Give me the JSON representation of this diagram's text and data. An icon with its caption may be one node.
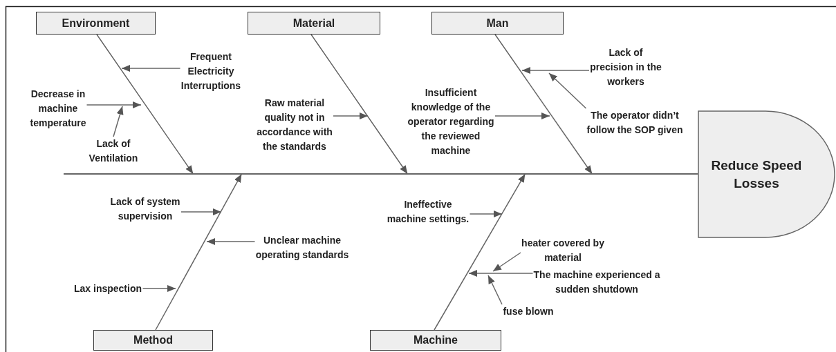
{
  "diagram": {
    "nodes": [
      {
        "text": [
          "Environment"
        ]
      },
      {
        "text": [
          "Material"
        ]
      },
      {
        "text": [
          "Man"
        ]
      },
      {
        "text": [
          "Method"
        ]
      },
      {
        "text": [
          "Machine"
        ]
      },
      {
        "text": [
          "Reduce Speed Losses"
        ]
      },
      {
        "text": [
          "Frequent Electricity Interruptions"
        ]
      },
      {
        "text": [
          "Decrease in machine temperature"
        ]
      },
      {
        "text": [
          "Lack of Ventilation"
        ]
      },
      {
        "text": [
          "Raw material quality not in accordance with the standards"
        ]
      },
      {
        "text": [
          "Insufficient knowledge of the operator regarding the reviewed machine"
        ]
      },
      {
        "text": [
          "Lack of precision in the workers"
        ]
      },
      {
        "text": [
          "The operator didn’t follow the SOP given"
        ]
      },
      {
        "text": [
          "Lack of system supervision"
        ]
      },
      {
        "text": [
          "Unclear machine operating standards"
        ]
      },
      {
        "text": [
          "Lax inspection"
        ]
      },
      {
        "text": [
          "Ineffective machine settings."
        ]
      },
      {
        "text": [
          "heater covered by material"
        ]
      },
      {
        "text": [
          "The machine experienced a sudden shutdown"
        ]
      },
      {
        "text": [
          "fuse blown"
        ]
      },
      {
        "text": [],
        "shape": "bar"
      }
    ],
    "edges": [
      {
        "from": 0,
        "to": 20,
        "arrow": "to"
      },
      {
        "from": 1,
        "to": 20,
        "arrow": "to"
      },
      {
        "from": 2,
        "to": 20,
        "arrow": "to"
      },
      {
        "from": 3,
        "to": 20,
        "arrow": "to"
      },
      {
        "from": 4,
        "to": 20,
        "arrow": "to"
      },
      {
        "from": 6,
        "to": null,
        "arrow": "to"
      },
      {
        "from": 7,
        "to": null,
        "arrow": "to"
      },
      {
        "from": 8,
        "to": null,
        "arrow": "to"
      },
      {
        "from": 9,
        "to": null,
        "arrow": "to"
      },
      {
        "from": 10,
        "to": null,
        "arrow": "to"
      },
      {
        "from": 11,
        "to": null,
        "arrow": "to"
      },
      {
        "from": 12,
        "to": null,
        "arrow": "to"
      },
      {
        "from": 13,
        "to": null,
        "arrow": "to"
      },
      {
        "from": 14,
        "to": null,
        "arrow": "to"
      },
      {
        "from": 15,
        "to": null,
        "arrow": "to"
      },
      {
        "from": 16,
        "to": null,
        "arrow": "to"
      },
      {
        "from": 17,
        "to": null,
        "arrow": "to"
      },
      {
        "from": 18,
        "to": null,
        "arrow": "to"
      },
      {
        "from": 19,
        "to": null,
        "arrow": "to"
      }
    ]
  }
}
